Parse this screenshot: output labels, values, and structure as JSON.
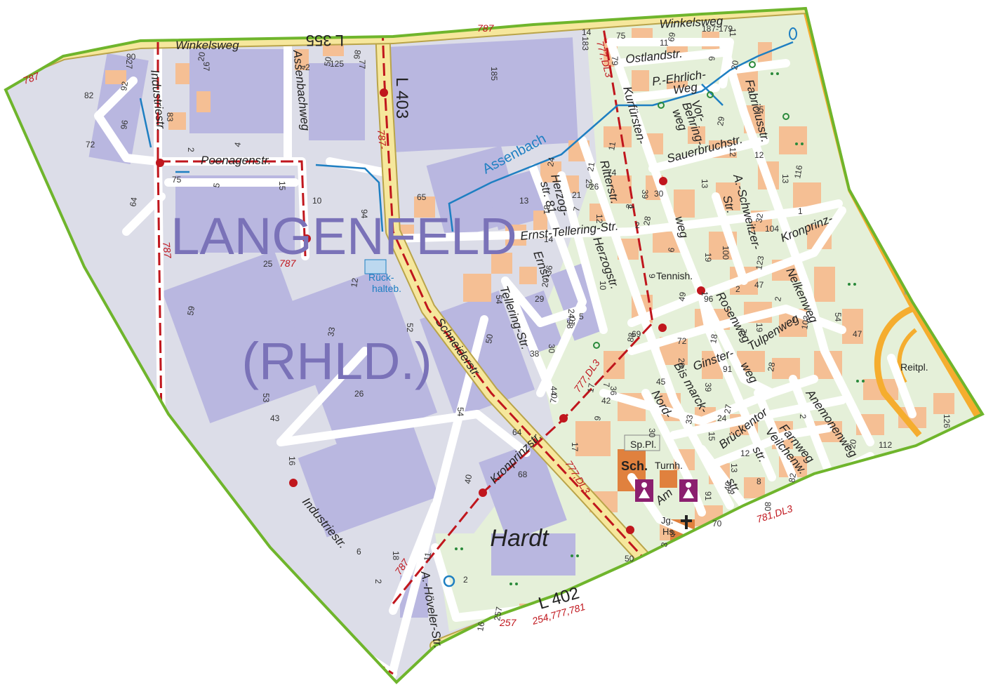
{
  "map": {
    "district": {
      "line1": "LANGENFELD",
      "line2": "(RHLD.)"
    },
    "locality": "Hardt",
    "roads": {
      "l403": "L 403",
      "l402": "L 402",
      "l355": "L 355",
      "winkelsweg_top": "Winkelsweg",
      "winkelsweg_left": "Winkelsweg",
      "industriestr_upper": "Industriestr.",
      "industriestr_lower": "Industriestr.",
      "poenagenstr": "Poenagenstr.",
      "assenbachweg": "Assenbachweg",
      "schneiderstr": "Schneiderstr.",
      "kronprinzstr": "Kronprinzstr.",
      "ernst_tellering": "Ernst-Tellering-Str.",
      "ernst": "Ernst-",
      "tellering_str": "Tellering-Str.",
      "herzogstr": "Herzogstr.",
      "herzog": "Herzog-",
      "str81": "str. 81",
      "ritterstr": "Ritterstr.",
      "kurfuersten": "Kurfürsten-",
      "weg": "weg",
      "ostlandstr": "Ostlandstr.",
      "p_ehrlich": "P.-Ehrlich-",
      "weg2": "Weg",
      "vor": "Vor-",
      "behring": "Behring-",
      "weg3": "weg",
      "sauerbruchstr": "Sauerbruchstr.",
      "fabriciusstr": "Fabriciusstr.",
      "a_schweitzer": "A.-Schweitzer-",
      "str": "Str.",
      "kronprinz": "Kronprinz-",
      "rosenweg": "Rosenweg",
      "nelkenweg": "Nelkenweg",
      "tulpenweg": "Tulpenweg",
      "ginster": "Ginster-",
      "weg4": "weg",
      "bismarck": "Bis marck-",
      "nord": "Nord-",
      "brueckentor": "Brückentor",
      "str2": "str.",
      "str3": "str.",
      "farnweg": "Farnweg",
      "veilchenw": "Veilchenw.",
      "anemonenweg": "Anemonenweg",
      "am": "Am",
      "a_hoeveler": "A.-Höveler-Str.",
      "assenbach": "Assenbach",
      "rueckhalteb_1": "Rück-",
      "rueckhalteb_2": "halteb."
    },
    "pois": {
      "tennish": "Tennish.",
      "sp_pl": "Sp.Pl.",
      "sch": "Sch.",
      "turnh": "Turnh.",
      "jg": "Jg.",
      "hs": "Hs.",
      "reitpl": "Reitpl."
    },
    "bus_routes": {
      "r787_a": "787",
      "r787_b": "787",
      "r787_c": "787",
      "r787_d": "787-",
      "r787_e": "787",
      "r787_f": "787",
      "r777_a": "777,DL3",
      "r777_b": "777,DL3",
      "r777_c": "777,DL3",
      "r257": "257",
      "r254": "254,777,781",
      "r781": "781,DL3"
    },
    "house_numbers": [
      "90",
      "97",
      "4",
      "125",
      "98",
      "183",
      "75",
      "79",
      "92",
      "82",
      "96",
      "83",
      "72",
      "2",
      "4",
      "75",
      "5",
      "15",
      "10",
      "94",
      "64",
      "25",
      "59",
      "53",
      "43",
      "16",
      "33",
      "26",
      "12",
      "52",
      "65",
      "54",
      "50",
      "13",
      "24",
      "81",
      "21",
      "25",
      "11",
      "14",
      "7",
      "12",
      "2",
      "1",
      "3",
      "30",
      "28",
      "9",
      "11",
      "6",
      "20",
      "35",
      "29",
      "12",
      "12",
      "13",
      "116",
      "1",
      "32",
      "100",
      "104",
      "19",
      "123",
      "47",
      "2",
      "54",
      "47",
      "19",
      "18",
      "91",
      "28",
      "39",
      "45",
      "30",
      "33",
      "24",
      "27",
      "15",
      "12",
      "13",
      "40",
      "8",
      "82",
      "80",
      "112",
      "126",
      "20",
      "3",
      "8",
      "91",
      "70",
      "2",
      "3",
      "50",
      "257",
      "18",
      "6",
      "2",
      "11",
      "2",
      "16",
      "17",
      "64",
      "54",
      "40",
      "68",
      "70",
      "44",
      "38",
      "30",
      "20",
      "29",
      "36",
      "24",
      "5",
      "10",
      "17",
      "69",
      "88",
      "7",
      "72",
      "29",
      "49",
      "96",
      "103",
      "1",
      "2",
      "98",
      "10",
      "42",
      "9",
      "36",
      "14",
      "185",
      "69",
      "187-179",
      "6",
      "11",
      "74",
      "39",
      "22",
      "26",
      "21",
      "13",
      "1",
      "27",
      "20",
      "2",
      "50",
      "77"
    ],
    "colors": {
      "outline": "#6fb52c",
      "industrial": "#b9b7e0",
      "industrial_bg": "#dcdde8",
      "residential_bg": "#e5f0d9",
      "building": "#f5bf94",
      "road": "#ffffff",
      "main_road": "#f6e79c",
      "highway": "#f5ad2f",
      "bus_route": "#c0161d",
      "water": "#1e7fc2",
      "district_text": "#7a72b8"
    }
  }
}
